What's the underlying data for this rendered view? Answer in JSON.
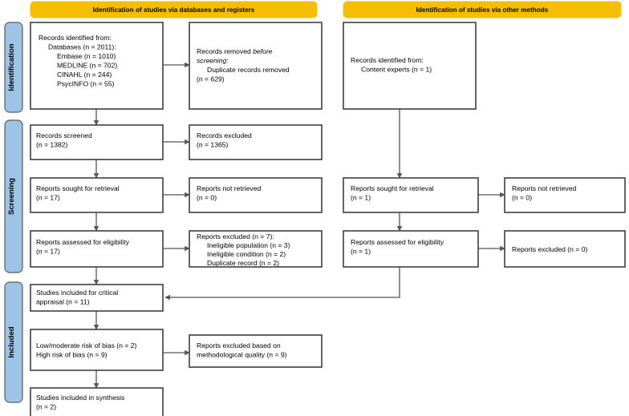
{
  "figure": {
    "type": "prisma-flow-diagram",
    "title": "PRISMA 2020 flow diagram"
  },
  "banners": [
    {
      "id": "databases",
      "label": "Identification of studies via databases and registers",
      "color": "#F6BE00"
    },
    {
      "id": "other",
      "label": "Identification of studies via other methods",
      "color": "#F6BE00"
    }
  ],
  "stages": [
    {
      "id": "identification",
      "label": "Identification",
      "color": "#9DC3E6"
    },
    {
      "id": "screening",
      "label": "Screening",
      "color": "#9DC3E6"
    },
    {
      "id": "included",
      "label": "Included",
      "color": "#9DC3E6"
    }
  ],
  "boxes": {
    "records_identified": {
      "lines": [
        {
          "text": "Records identified from:",
          "indent": 0
        },
        {
          "text": "Databases (n = 2011):",
          "indent": 1
        },
        {
          "text": "Embase (n = 1010)",
          "indent": 2
        },
        {
          "text": "MEDLINE (n = 702)",
          "indent": 2
        },
        {
          "text": "CINAHL (n = 244)",
          "indent": 2
        },
        {
          "text": "PsycINFO (n = 55)",
          "indent": 2
        }
      ]
    },
    "records_removed": {
      "lines": [
        {
          "text": "Records removed ",
          "indent": 0,
          "italic_tail": "before"
        },
        {
          "text": "screening",
          "indent": 0,
          "italic_head": true,
          "tail": ":"
        },
        {
          "text": "Duplicate records removed",
          "indent": 1
        },
        {
          "text": "(n = 629)",
          "indent": 0
        }
      ]
    },
    "records_screened": {
      "lines": [
        {
          "text": "Records screened",
          "indent": 0
        },
        {
          "text": "(n = 1382)",
          "indent": 0
        }
      ]
    },
    "records_excluded": {
      "lines": [
        {
          "text": "Records excluded",
          "indent": 0
        },
        {
          "text": "(n = 1365)",
          "indent": 0
        }
      ]
    },
    "reports_sought": {
      "lines": [
        {
          "text": "Reports sought for retrieval",
          "indent": 0
        },
        {
          "text": "(n = 17)",
          "indent": 0
        }
      ]
    },
    "reports_not_retrieved": {
      "lines": [
        {
          "text": "Reports not retrieved",
          "indent": 0
        },
        {
          "text": "(n = 0)",
          "indent": 0
        }
      ]
    },
    "reports_assessed": {
      "lines": [
        {
          "text": "Reports assessed for eligibility",
          "indent": 0
        },
        {
          "text": "(n = 17)",
          "indent": 0
        }
      ]
    },
    "reports_excluded_detail": {
      "lines": [
        {
          "text": "Reports excluded (n = 7):",
          "indent": 0
        },
        {
          "text": "Ineligible population (n = 3)",
          "indent": 1
        },
        {
          "text": "Ineligible condition (n = 2)",
          "indent": 1
        },
        {
          "text": "Duplicate record (n = 2)",
          "indent": 1
        }
      ]
    },
    "other_records_identified": {
      "lines": [
        {
          "text": "Records identified from:",
          "indent": 0
        },
        {
          "text": "Content experts (n = 1)",
          "indent": 1
        }
      ]
    },
    "other_reports_sought": {
      "lines": [
        {
          "text": "Reports sought for retrieval",
          "indent": 0
        },
        {
          "text": "(n = 1)",
          "indent": 0
        }
      ]
    },
    "other_reports_not_retrieved": {
      "lines": [
        {
          "text": "Reports not retrieved",
          "indent": 0
        },
        {
          "text": "(n = 0)",
          "indent": 0
        }
      ]
    },
    "other_reports_assessed": {
      "lines": [
        {
          "text": "Reports assessed for eligibility",
          "indent": 0
        },
        {
          "text": "(n = 1)",
          "indent": 0
        }
      ]
    },
    "other_reports_excluded": {
      "lines": [
        {
          "text": "Reports excluded (n = 0)",
          "indent": 0
        }
      ]
    },
    "studies_critical_appraisal": {
      "lines": [
        {
          "text": "Studies included for critical",
          "indent": 0
        },
        {
          "text": "appraisal (n = 11)",
          "indent": 0
        }
      ]
    },
    "risk_of_bias": {
      "lines": [
        {
          "text": "Low/moderate risk of bias (n = 2)",
          "indent": 0
        },
        {
          "text": "High risk of bias (n = 9)",
          "indent": 0
        }
      ]
    },
    "excluded_methodological": {
      "lines": [
        {
          "text": "Reports excluded based on",
          "indent": 0
        },
        {
          "text": "methodological quality (n = 9)",
          "indent": 0
        }
      ]
    },
    "studies_synthesis": {
      "lines": [
        {
          "text": "Studies included in synthesis",
          "indent": 0
        },
        {
          "text": "(n = 2)",
          "indent": 0
        }
      ]
    }
  },
  "counts": {
    "databases_total": 2011,
    "embase": 1010,
    "medline": 702,
    "cinahl": 244,
    "psycinfo": 55,
    "duplicates_removed": 629,
    "records_screened": 1382,
    "records_excluded": 1365,
    "reports_sought": 17,
    "reports_not_retrieved": 0,
    "reports_assessed": 17,
    "reports_excluded": 7,
    "ineligible_population": 3,
    "ineligible_condition": 2,
    "duplicate_record": 2,
    "content_experts": 1,
    "other_reports_sought": 1,
    "other_reports_not_retrieved": 0,
    "other_reports_assessed": 1,
    "other_reports_excluded": 0,
    "critical_appraisal": 11,
    "low_moderate_risk": 2,
    "high_risk": 9,
    "excluded_methodological": 9,
    "studies_synthesis": 2
  }
}
